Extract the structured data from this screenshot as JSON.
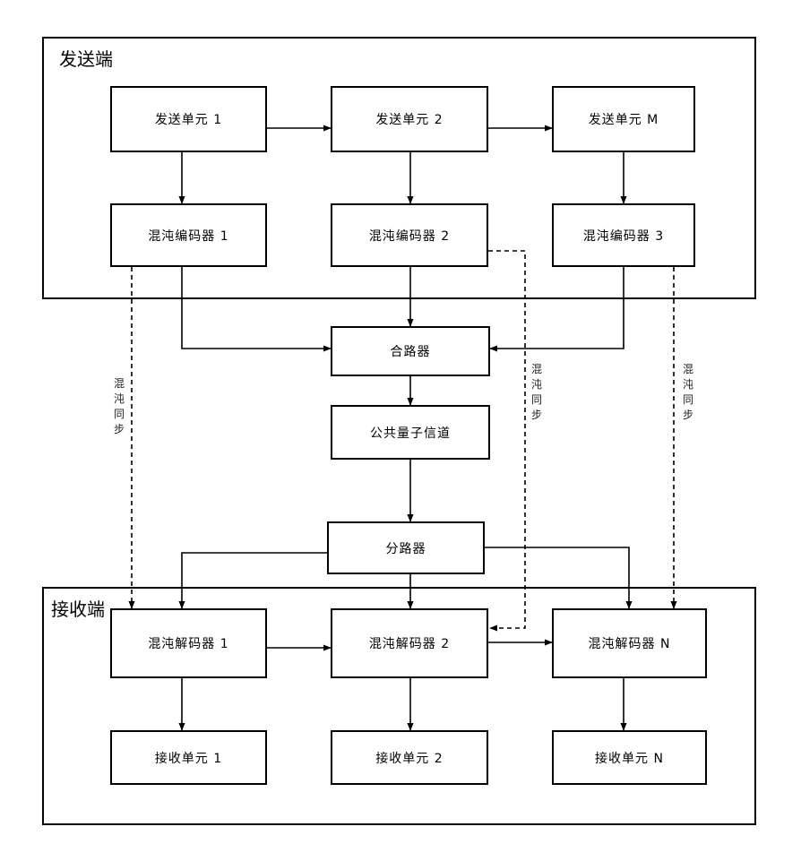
{
  "regions": {
    "sender": "发送端",
    "receiver": "接收端"
  },
  "sender_units": [
    "发送单元 1",
    "发送单元 2",
    "发送单元 M"
  ],
  "encoders": [
    "混沌编码器 1",
    "混沌编码器 2",
    "混沌编码器 3"
  ],
  "combiner": "合路器",
  "channel": "公共量子信道",
  "splitter": "分路器",
  "decoders": [
    "混沌解码器 1",
    "混沌解码器 2",
    "混沌解码器 N"
  ],
  "receiver_units": [
    "接收单元 1",
    "接收单元 2",
    "接收单元 N"
  ],
  "sync_labels": [
    "混沌同步",
    "混沌同步",
    "混沌同步"
  ]
}
